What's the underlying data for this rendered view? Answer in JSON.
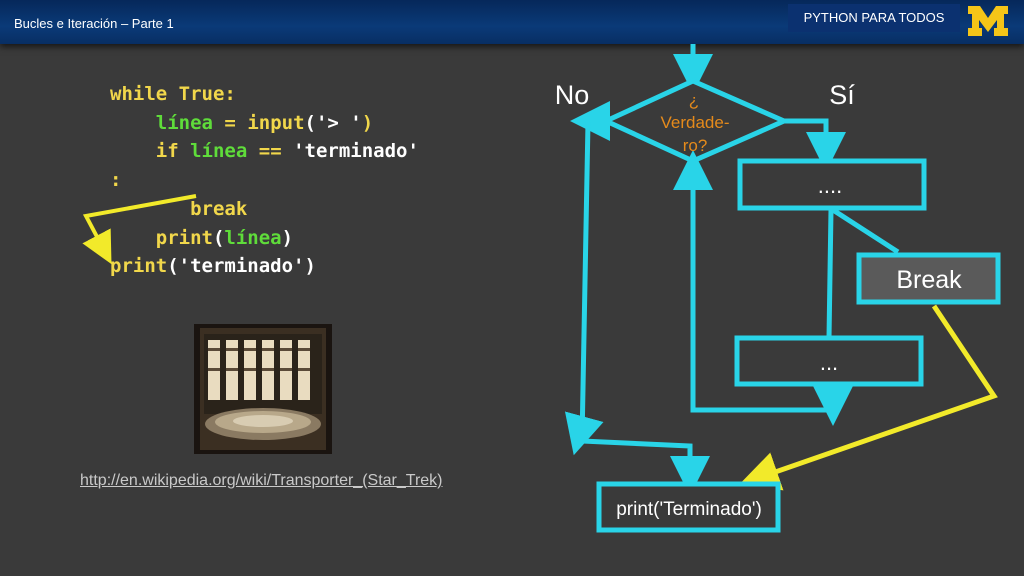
{
  "header": {
    "deck_title": "Bucles e Iteración  – Parte 1",
    "brand": "PYTHON PARA TODOS",
    "logo_letter": "M",
    "logo_color": "#f5c518"
  },
  "code": {
    "line1": {
      "kw": "while",
      "val": "True",
      "colon": ":"
    },
    "line2": {
      "var": "línea",
      "eq": "=",
      "fn": "input",
      "open": "(",
      "str": "'> '",
      "close": ")"
    },
    "line3": {
      "kw": "if",
      "var": "línea",
      "op": "==",
      "str": "'terminado'"
    },
    "line4": {
      "colon": ":"
    },
    "line5": {
      "kw": "break"
    },
    "line6": {
      "fn": "print",
      "open": "(",
      "arg": "línea",
      "close": ")"
    },
    "line7": {
      "fn": "print",
      "open": "(",
      "str": "'terminado'",
      "close": ")"
    }
  },
  "photo": {
    "subject": "transporter-room-image"
  },
  "link": {
    "url": "http://en.wikipedia.org/wiki/Transporter_(Star_Trek)"
  },
  "flowchart": {
    "no_label": "No",
    "yes_label": "Sí",
    "decision": {
      "line1": "¿",
      "line2": "Verdade-",
      "line3": "ro?"
    },
    "box1": "....",
    "break_box": "Break",
    "box2": "...",
    "end_box": "print('Terminado')",
    "colors": {
      "flow": "#29d4e8",
      "highlight": "#f2ea2a",
      "decision_text": "#e58a1b",
      "box_fill": "#3a3a3a",
      "break_fill": "#5a5a5a"
    }
  }
}
